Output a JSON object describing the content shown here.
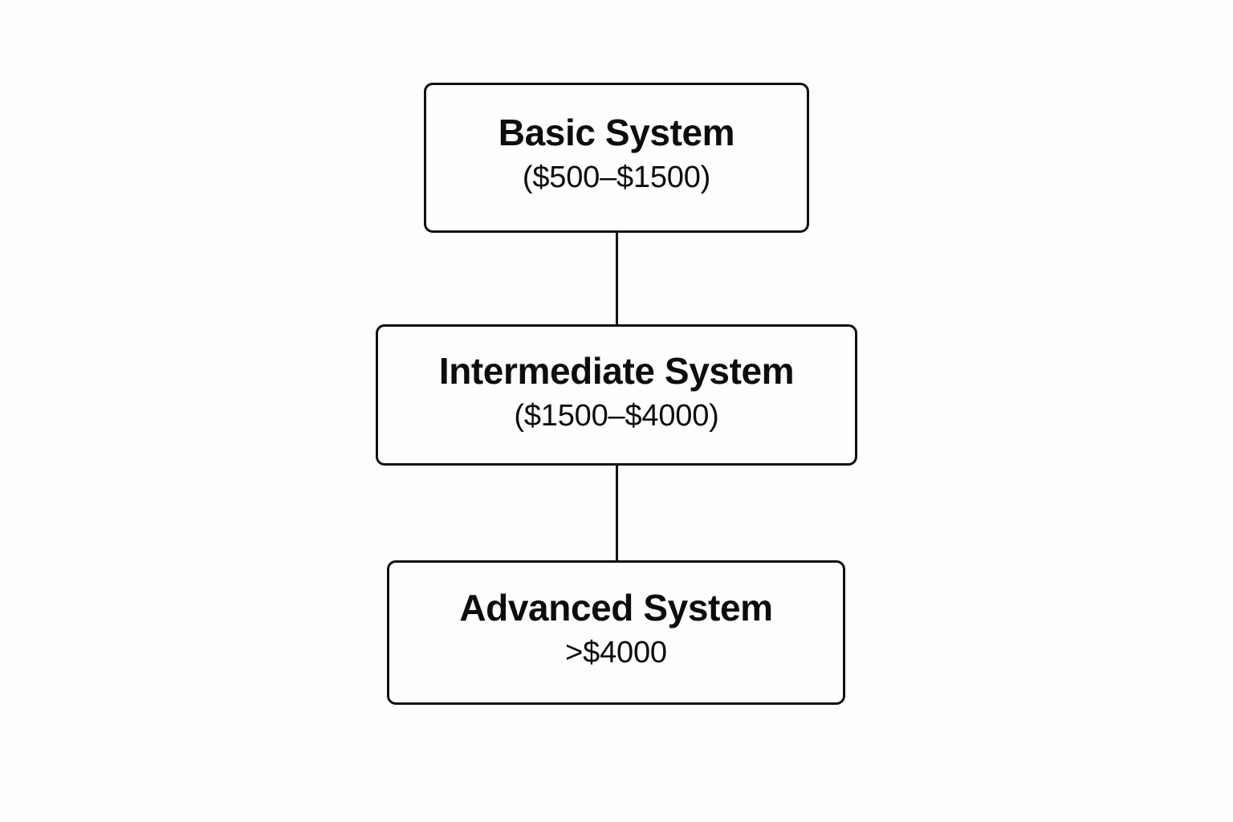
{
  "diagram": {
    "type": "flowchart",
    "orientation": "vertical",
    "background_color": "#fdfdfb",
    "node_fill_color": "#fefefe",
    "node_border_color": "#111111",
    "text_color": "#0d0d0d",
    "nodes": [
      {
        "id": "basic",
        "title": "Basic System",
        "range": "($500–$1500)"
      },
      {
        "id": "intermediate",
        "title": "Intermediate System",
        "range": "($1500–$4000)"
      },
      {
        "id": "advanced",
        "title": "Advanced System",
        "range": ">$4000"
      }
    ],
    "edges": [
      {
        "from": "basic",
        "to": "intermediate"
      },
      {
        "from": "intermediate",
        "to": "advanced"
      }
    ]
  }
}
